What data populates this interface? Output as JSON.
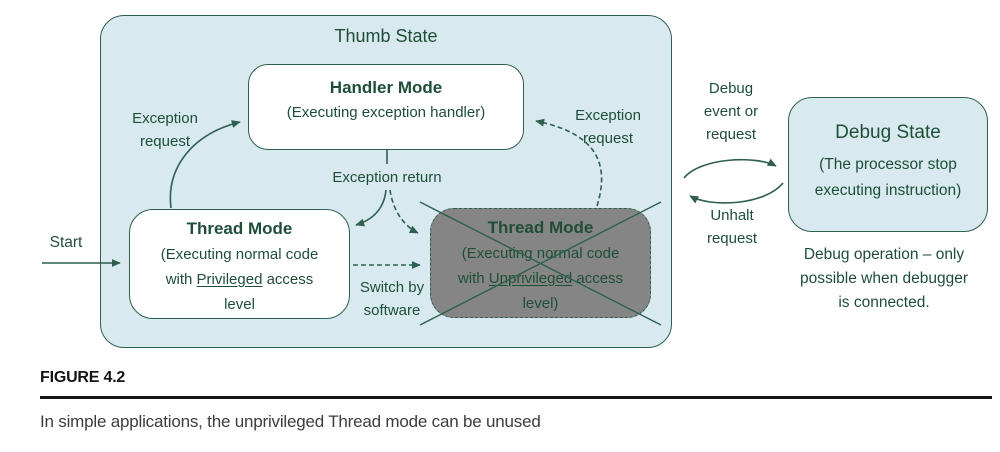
{
  "colors": {
    "ink": "#1f4e38",
    "line": "#2e5f4f",
    "panel": "#d8e9ef",
    "gray_fill": "#858585",
    "fig_ink": "#141414",
    "caption_ink": "#3c3c3c"
  },
  "thumb_state": {
    "title": "Thumb State",
    "handler_mode": {
      "title": "Handler Mode",
      "subtitle": "(Executing exception handler)"
    },
    "thread_privileged": {
      "title": "Thread Mode",
      "line1": "(Executing normal code",
      "line2_pre": "with ",
      "line2_underlined": "Privileged",
      "line2_post": " access",
      "line3": "level"
    },
    "thread_unprivileged": {
      "title": "Thread Mode",
      "line1": "(Executing normal code",
      "line2_pre": "with ",
      "line2_underlined": "Unprivileged",
      "line2_post": " access",
      "line3": "level)"
    },
    "labels": {
      "start": "Start",
      "exception_request_left": [
        "Exception",
        "request"
      ],
      "exception_request_right": [
        "Exception",
        "request"
      ],
      "exception_return": "Exception return",
      "switch_by_software": [
        "Switch by",
        "software"
      ]
    }
  },
  "debug": {
    "event_label": [
      "Debug",
      "event or",
      "request"
    ],
    "unhalt_label": [
      "Unhalt",
      "request"
    ],
    "state_title": "Debug State",
    "state_subtitle_lines": [
      "(The processor stop",
      "executing instruction)"
    ],
    "note_lines": [
      "Debug operation – only",
      "possible when debugger",
      "is connected."
    ]
  },
  "figure": {
    "label": "FIGURE 4.2",
    "caption": "In simple applications, the unprivileged Thread mode can be unused"
  }
}
